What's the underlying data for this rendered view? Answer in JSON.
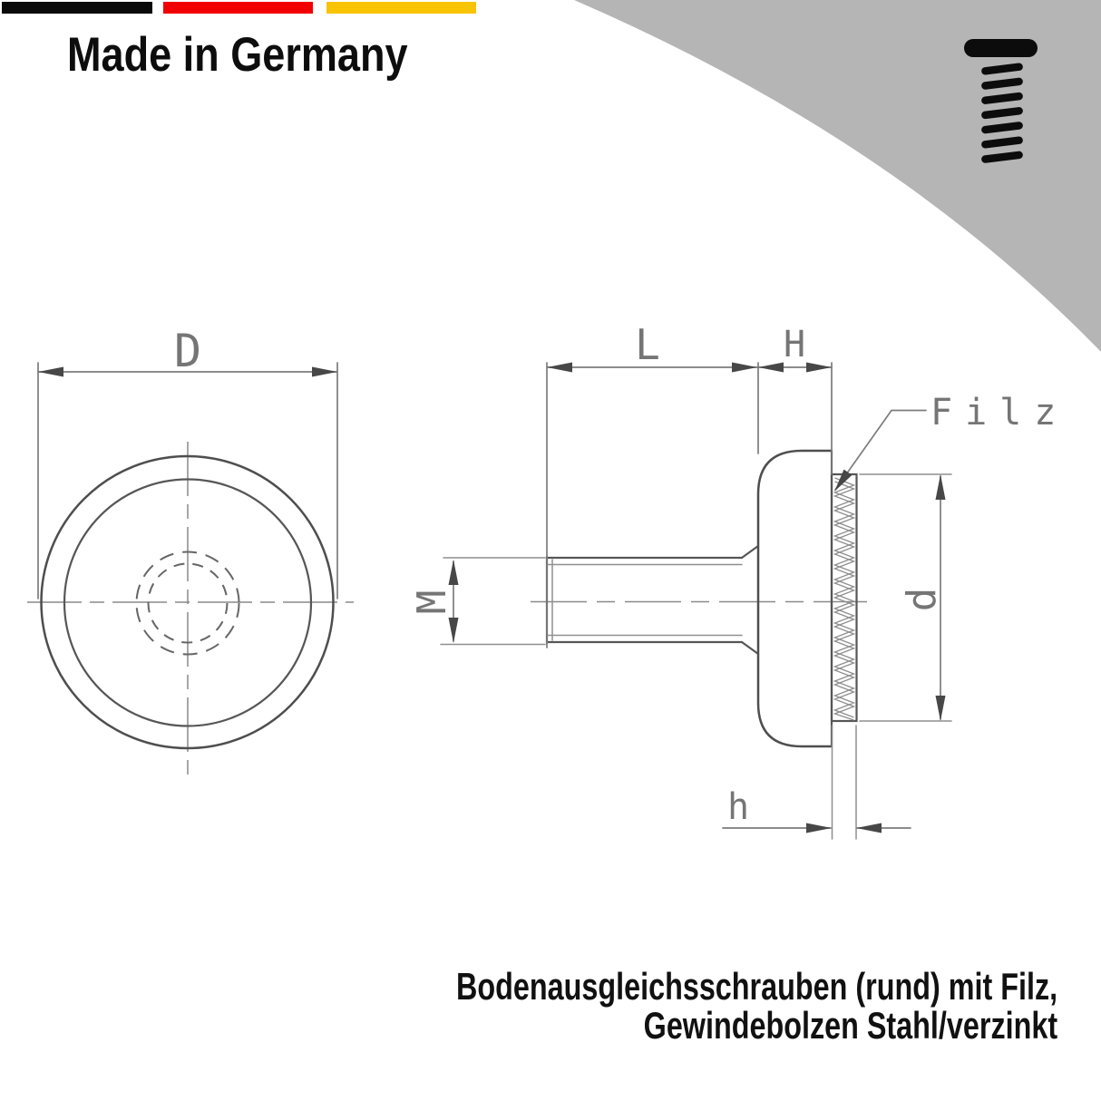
{
  "brand": {
    "title": "Made in Germany",
    "flag_colors": {
      "black": "#0a0a0a",
      "red": "#f20000",
      "gold": "#f8c300"
    }
  },
  "corner": {
    "bg_color": "#b5b5b5",
    "icon": "screw-icon",
    "icon_color": "#0c0c0c"
  },
  "drawing": {
    "dim_labels": {
      "D": "D",
      "L": "L",
      "H": "H",
      "M": "M",
      "d": "d",
      "h": "h"
    },
    "callouts": {
      "felt": "Filz"
    }
  },
  "caption": {
    "line1": "Bodenausgleichsschrauben (rund) mit Filz,",
    "line2": "Gewindebolzen Stahl/verzinkt"
  }
}
